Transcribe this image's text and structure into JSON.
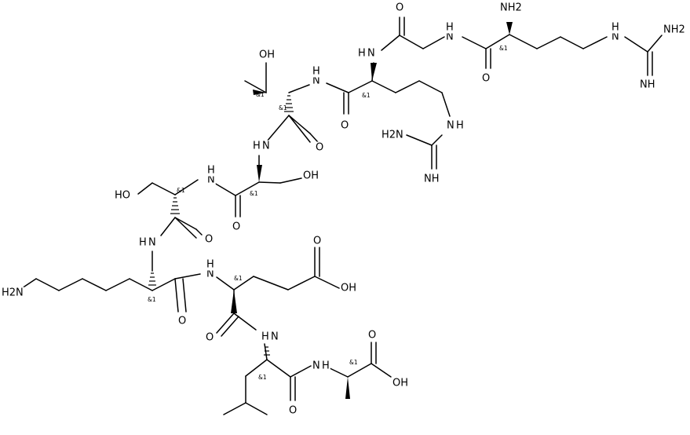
{
  "atoms": {
    "nh2_guan_1": "NH2",
    "nh_guan_1": "NH",
    "n_guan_1": "N",
    "h_guan_1": "H",
    "nh2_arg1": "NH2",
    "o_arg1": "O",
    "n_gly": "N",
    "h_gly": "H",
    "o_gly": "O",
    "n_arg2": "N",
    "h_arg2": "H",
    "o_arg2": "O",
    "nh2_guan_2": "H2N",
    "nh_guan_2": "NH",
    "n_guan_2": "N",
    "h_guan_2": "H",
    "n_thr": "N",
    "h_thr": "H",
    "oh_thr": "OH",
    "o_thr": "O",
    "n_ser2": "N",
    "h_ser2": "H",
    "oh_ser2": "OH",
    "o_ser2": "O",
    "n_ser1": "N",
    "h_ser1": "H",
    "oh_ser1": "HO",
    "o_ser1": "O",
    "n_lys": "N",
    "h_lys": "H",
    "nh2_lys": "H2N",
    "o_lys": "O",
    "n_glu": "N",
    "h_glu": "H",
    "o_glu_acid": "O",
    "oh_glu_acid": "OH",
    "o_glu": "O",
    "n_leu": "N",
    "h_leu": "H",
    "o_leu": "O",
    "n_ala": "N",
    "h_ala": "H",
    "o_ala": "O",
    "oh_ala": "OH"
  },
  "stereo_label": "&1"
}
